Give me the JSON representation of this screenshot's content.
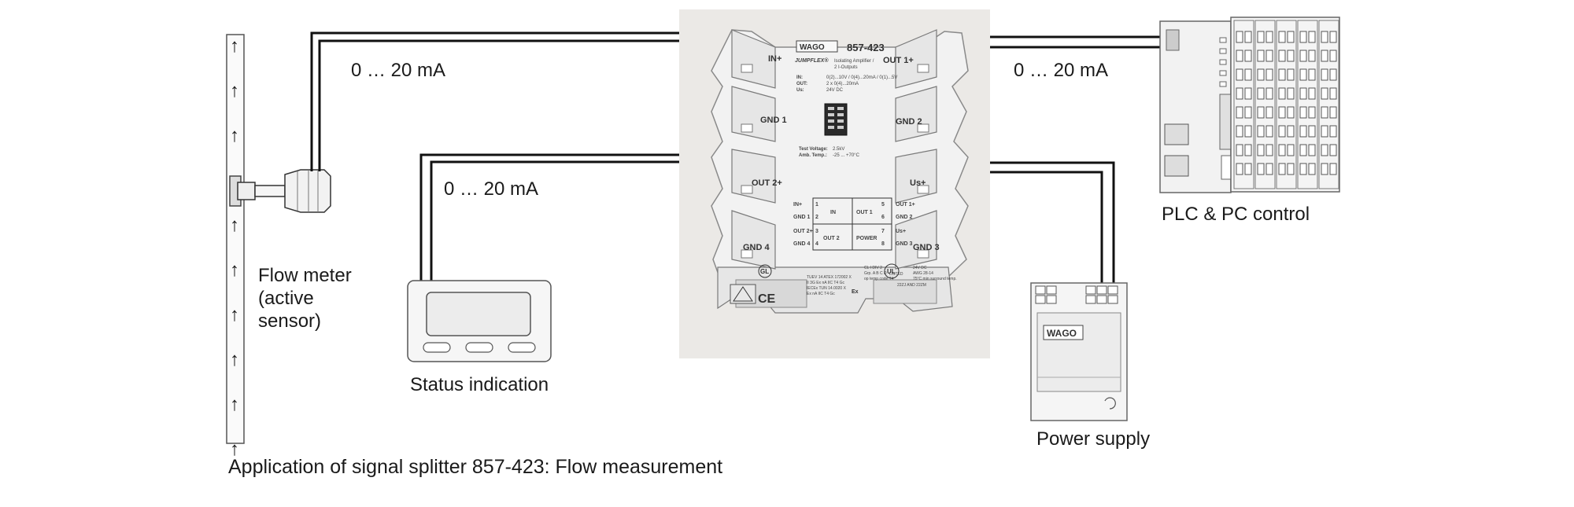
{
  "device": {
    "brand": "WAGO",
    "model": "857-423",
    "series": "JUMPFLEX®",
    "description_line1": "Isolating Amplifier /",
    "description_line2": "2 I-Outputs",
    "spec_labels": [
      "IN:",
      "OUT:",
      "Us:"
    ],
    "spec_values": [
      "0(2)...10V / 0(4)...20mA / 0(1)...5V",
      "2 x 0(4)...20mA",
      "24V DC"
    ],
    "test_voltage_label": "Test Voltage:",
    "test_voltage_value": "2.5kV",
    "amb_temp_label": "Amb. Temp.:",
    "amb_temp_value": "-25 ... +70°C",
    "terminals": {
      "in_plus": "IN+",
      "gnd1": "GND 1",
      "out2_plus": "OUT 2+",
      "gnd4": "GND 4",
      "out1_plus": "OUT 1+",
      "gnd2": "GND 2",
      "us_plus": "Us+",
      "gnd3": "GND 3"
    },
    "pinout": {
      "left_labels": [
        "IN+",
        "GND 1",
        "OUT 2+",
        "GND 4"
      ],
      "left_nums": [
        "1",
        "2",
        "3",
        "4"
      ],
      "right_labels": [
        "OUT 1+",
        "GND 2",
        "Us+",
        "GND 3"
      ],
      "right_nums": [
        "5",
        "6",
        "7",
        "8"
      ],
      "cells": [
        "IN",
        "OUT 1",
        "OUT 2",
        "POWER"
      ]
    },
    "cert_left": [
      "TUEV 14 ATEX 172002 X",
      "II 3G Ex nA IIC T4 Gc",
      "IECEx TUN 14.0020 X",
      "Ex nA IIC T4 Gc"
    ],
    "cert_right": [
      "CL I DIV 2",
      "Grp. A B C D",
      "op temp code T4",
      "LISTED",
      "24V DC",
      "AWG 28-14",
      "75°C min surround temp.",
      "22ZJ AND 22ZM"
    ],
    "gl_mark": "GL",
    "ce_mark": "CE",
    "ul_mark": "UL",
    "ex_mark": "Ex"
  },
  "signals": {
    "flow_to_device": "0 … 20 mA",
    "device_to_plc": "0 … 20 mA",
    "device_to_status": "0 … 20 mA"
  },
  "labels": {
    "flow_meter": [
      "Flow meter",
      "(active",
      "sensor)"
    ],
    "status_indication": "Status indication",
    "plc": "PLC & PC control",
    "power_supply": "Power supply",
    "power_supply_brand": "WAGO"
  },
  "caption": "Application of signal splitter 857-423: Flow measurement",
  "flow_arrow_glyph": "↑",
  "colors": {
    "device_backdrop": "#ebe9e6",
    "wire": "#111111"
  }
}
